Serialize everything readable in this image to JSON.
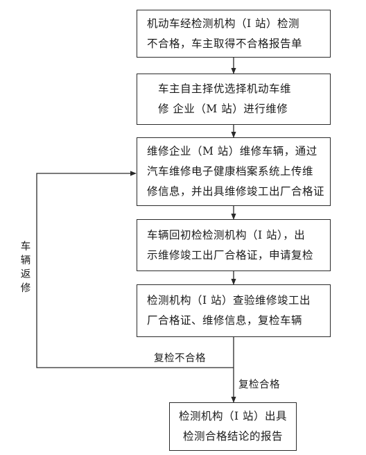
{
  "flowchart": {
    "step1": {
      "line1": "机动车经检测机构（I 站）检测",
      "line2": "不合格，车主取得不合格报告单"
    },
    "step2": {
      "line1": "车主自主择优选择机动车维",
      "line2": "修 企业（M 站）进行维修"
    },
    "step3": {
      "line1": "维修企业（M 站）维修车辆，通过",
      "line2": "汽车维修电子健康档案系统上传维",
      "line3": "修信息，并出具维修竣工出厂合格证"
    },
    "step4": {
      "line1": "车辆回初检检测机构（I 站），出",
      "line2": "示维修竣工出厂合格证，申请复检"
    },
    "step5": {
      "line1": "检测机构（I 站）查验维修竣工出",
      "line2": "厂合格证、维修信息，复检车辆"
    },
    "step6": {
      "line1": "检测机构（I 站）出具",
      "line2": "检测合格结论的报告"
    },
    "fail_label": "复检不合格",
    "pass_label": "复检合格",
    "loop_label": "车辆返修"
  }
}
